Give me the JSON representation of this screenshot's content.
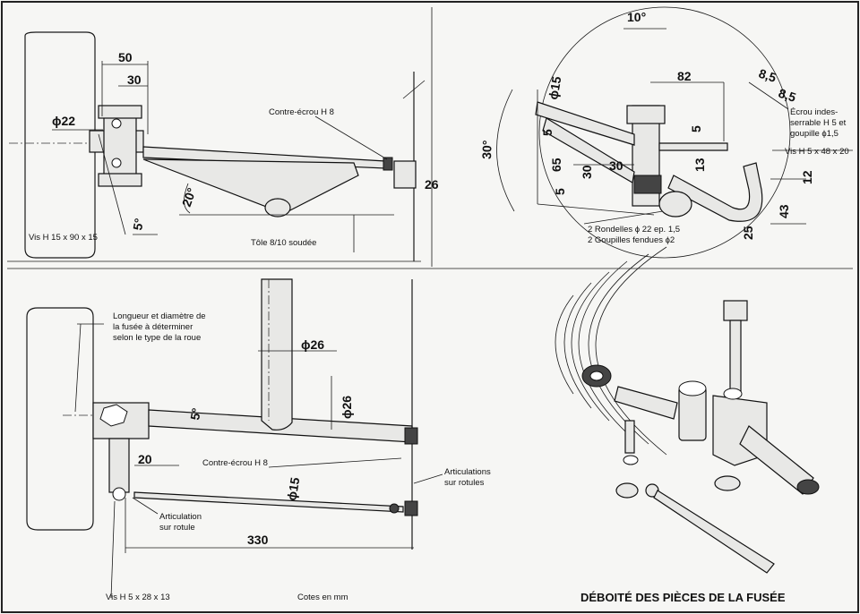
{
  "dimensions": {
    "d50": "50",
    "d30_top": "30",
    "dia22": "ϕ22",
    "d26_top": "26",
    "angle20": "20°",
    "angle5_top": "5°",
    "deg10": "10°",
    "d82": "82",
    "d85a": "8,5",
    "d85b": "8,5",
    "dia15_top": "ϕ15",
    "deg30": "30°",
    "d5a": "5",
    "d65": "65",
    "d5b": "5",
    "d30_mid": "30",
    "d30_mid2": "30",
    "d5_right": "5",
    "d13": "13",
    "d12": "12",
    "d43": "43",
    "d25": "25",
    "dia26_h": "ϕ26",
    "dia26_v": "ϕ26",
    "angle5_bot": "5°",
    "d20": "20",
    "dia15_bot": "ϕ15",
    "d330": "330"
  },
  "labels": {
    "vis_h15": "Vis H 15 x 90 x 15",
    "contre_ecrou_top": "Contre-écrou H 8",
    "tole": "Tôle 8/10 soudée",
    "ecrou_1": "Écrou indes-",
    "ecrou_2": "serrable H 5 et",
    "ecrou_3": "goupille ϕ1,5",
    "vis_h5_48": "Vis H 5 x 48 x 20",
    "rondelles": "2 Rondelles ϕ 22 ep. 1,5",
    "goupilles": "2 Goupilles fendues ϕ2",
    "longueur_1": "Longueur et diamètre de",
    "longueur_2": "la fusée à déterminer",
    "longueur_3": "selon le type de la roue",
    "contre_ecrou_bot": "Contre-écrou H 8",
    "articulation_1": "Articulation",
    "articulation_2": "sur rotule",
    "articulations_1": "Articulations",
    "articulations_2": "sur rotules",
    "vis_h5_28": "Vis H 5 x 28 x 13",
    "cotes": "Cotes en mm",
    "title": "DÉBOITÉ DES PIÈCES DE LA FUSÉE"
  }
}
